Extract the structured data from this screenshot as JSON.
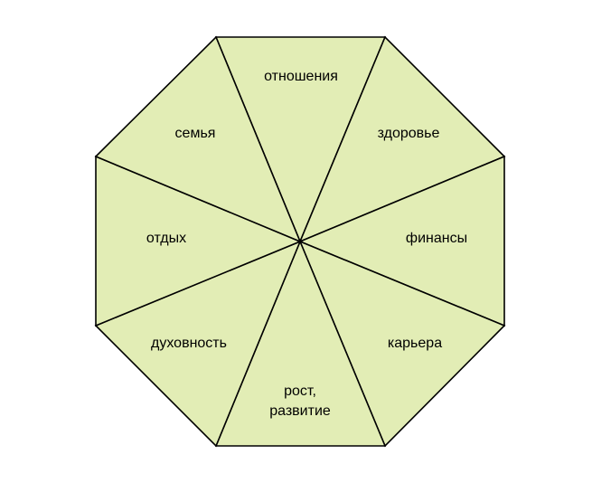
{
  "diagram": {
    "fill_color": "#e2edb5",
    "stroke_color": "#000000",
    "sectors": [
      {
        "label": "отношения"
      },
      {
        "label": "здоровье"
      },
      {
        "label": "финансы"
      },
      {
        "label": "карьера"
      },
      {
        "label": "рост,",
        "label_line2": "развитие"
      },
      {
        "label": "духовность"
      },
      {
        "label": "отдых"
      },
      {
        "label": "семья"
      }
    ]
  }
}
